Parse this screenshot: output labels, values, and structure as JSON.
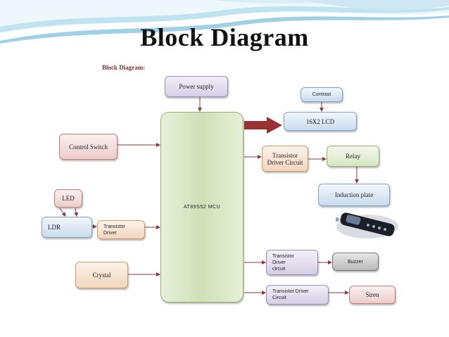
{
  "slide": {
    "title": "Block Diagram"
  },
  "diagram": {
    "title": "Block Diagram:",
    "blocks": {
      "power_supply": "Power supply",
      "contrast": "Contrast",
      "lcd": "16X2 LCD",
      "control_switch": "Control Switch",
      "transistor_driver_circuit_1": "Transistor Driver Circuit",
      "relay": "Relay",
      "induction_plate": "Induction plate",
      "led": "LED",
      "ldr": "LDR",
      "transistor_driver_ldr": "Transistor Driver",
      "mcu": "AT89S52 MCU",
      "crystal": "Crystal",
      "transistor_driver_circuit_buzzer": "Transistor Driver circuit",
      "buzzer": "Buzzer",
      "transistor_driver_circuit_siren": "Transistor Driver Circuit",
      "siren": "Siren"
    }
  },
  "colors": {
    "title_text": "#111111",
    "wave_light": "#d8eef7",
    "wave_mid": "#9fd0e6",
    "arrow_main": "#993333",
    "connector": "#8a3a3a",
    "mcu_fill": "#d9e8c4"
  }
}
